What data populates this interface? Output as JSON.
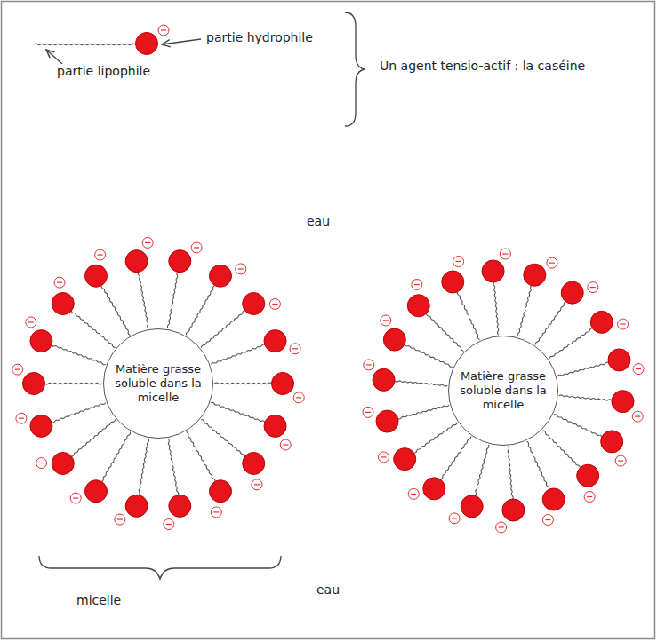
{
  "diagram": {
    "nodes": [
      {
        "text": [
          "Matière grasse soluble dans la micelle"
        ]
      },
      {
        "text": [
          "Matière grasse soluble dans la micelle"
        ]
      }
    ],
    "labels": [
      "partie hydrophile",
      "partie lipophile",
      "Un agent tensio-actif : la caséine",
      "eau",
      "micelle",
      "eau"
    ]
  }
}
